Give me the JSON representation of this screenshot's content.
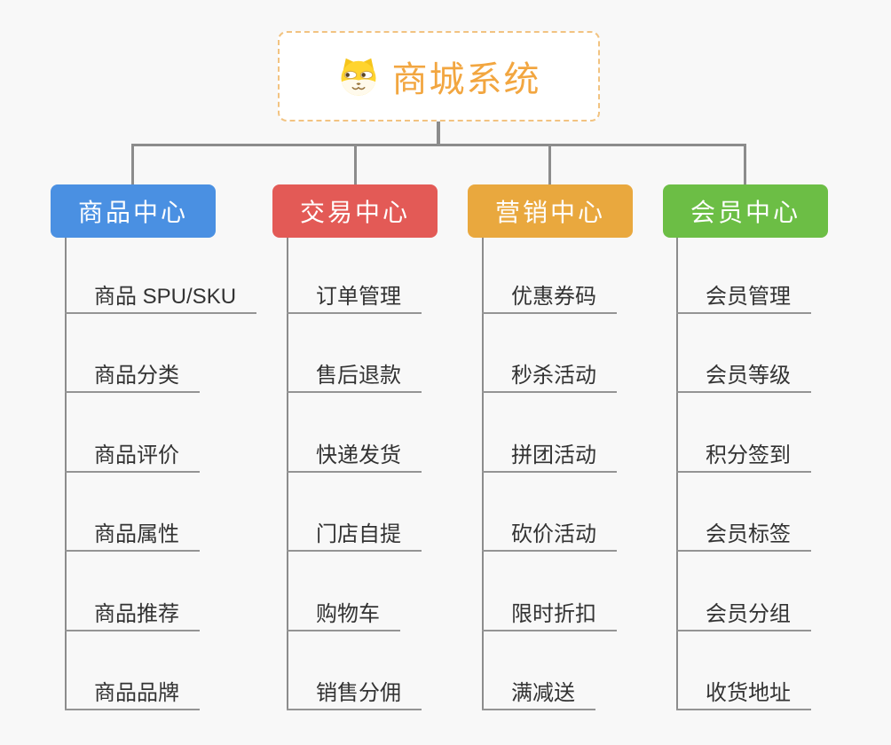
{
  "root": {
    "title": "商城系统",
    "icon": "shiba-dog-icon",
    "text_color": "#f2a640",
    "border_color": "#f2c381",
    "bg": "#ffffff"
  },
  "branches": [
    {
      "label": "商品中心",
      "color": "#4a90e2",
      "children": [
        "商品 SPU/SKU",
        "商品分类",
        "商品评价",
        "商品属性",
        "商品推荐",
        "商品品牌"
      ]
    },
    {
      "label": "交易中心",
      "color": "#e35a56",
      "children": [
        "订单管理",
        "售后退款",
        "快递发货",
        "门店自提",
        "购物车",
        "销售分佣"
      ]
    },
    {
      "label": "营销中心",
      "color": "#e9a83e",
      "children": [
        "优惠券码",
        "秒杀活动",
        "拼团活动",
        "砍价活动",
        "限时折扣",
        "满减送"
      ]
    },
    {
      "label": "会员中心",
      "color": "#6cbe45",
      "children": [
        "会员管理",
        "会员等级",
        "积分签到",
        "会员标签",
        "会员分组",
        "收货地址"
      ]
    }
  ],
  "colors": {
    "canvas_bg": "#f8f8f8",
    "connector": "#8c8c8c",
    "leaf_line": "#949494",
    "leaf_text": "#333333"
  }
}
